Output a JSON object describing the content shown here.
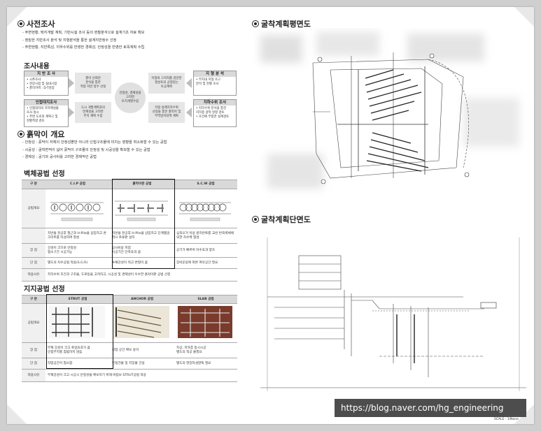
{
  "preliminary": {
    "title": "사전조사",
    "items": [
      "- 주변현황, 택지개발 계획, 기반시설 조사 등의 현황분석으로 설계기초 자료 확보",
      "- 정밀한 지반조사 분석 및 지형분석을 통한 설계지반정수 선정",
      "- 주변현황, 지반특성, 지하수위를 반영한 경제성, 안정성을 반영한 토목계획 수립"
    ],
    "survey_title": "조사내용",
    "boxes": {
      "ground": {
        "title": "지 반 조 사",
        "lines": [
          "• 시추조사",
          "• 현장시험 및 실내시험",
          "• 흙막이벽 : D-T검증"
        ]
      },
      "adjacent": {
        "title": "인접대지조사",
        "lines": [
          "• 인접대지의 지하매설물",
          "  조사 실시",
          "• 주변 도로의 계획고 및",
          "  현황측량 검토"
        ]
      },
      "terrain": {
        "title": "지 형 분 석",
        "lines": [
          "• 부지내 지형 조고",
          "  분석 및 현황 조사"
        ]
      },
      "groundwater": {
        "title": "지하수위 조사",
        "lines": [
          "• 지하수위 분석을 통한",
          "  지하층 굴착 방향 검토",
          "• 조건에 부합한 설계검토"
        ]
      }
    },
    "process": {
      "p1": "흙막 선회된\n분석을 통한\n적정 지반 정수 산정",
      "p2": "도시 개발계획과의\n연계성을 고려한\n부지 계획 수립",
      "p3": "지형의 고저차를 감안한\n절성토의 균형있는\n토공계획",
      "p4": "지형 설계지하수위\n산정을 통한 흙막이 및\n부력방지대책 계획",
      "center": "안정성, 경제성을\n고려한\n토지개발수립"
    }
  },
  "retaining": {
    "title": "흙막이 개요",
    "items": [
      "- 안정성 : 흙막이 자체의 안정성뿐만 아니라 인접구조물에 미치는 영향을 최소화할 수 있는 공법",
      "- 시공성 : 굴착면적이 넓어 흙막이 구조물의 안정성 및 시공성을 확보할 수 있는 공법",
      "- 경제성 : 공기와 공사비를 고려한 경제적인 공법"
    ]
  },
  "wall_table": {
    "title": "벽체공법 선정",
    "headers": [
      "구 분",
      "C.I.P 공법",
      "흙막이판 공법",
      "S.C.W 공법"
    ],
    "rows": [
      {
        "label": "공법개요",
        "cells": [
          "",
          "",
          ""
        ]
      },
      {
        "label": "",
        "cells": [
          "지반을 천공후 철근과 H-Pile을 삽입하고 콘크리트를 타설하여 형성",
          "지반을 천공후 H-Pile을 삽입하고 단계별굴착시 토류판 설치",
          "심족오거 이용 원지반토를 교반 반죽벽체에 의한 차수벽 형성"
        ]
      },
      {
        "label": "장 점",
        "cells": [
          "강성이 크므로 안정성\n협소구간 시공가능",
          "공사비용 저렴\n시공기간 단축효과 큼",
          "공기가 빠르며 차수효과 양호"
        ]
      },
      {
        "label": "단 점",
        "cells": [
          "별도의 차수공법 적용(S.G.R)",
          "투채강성이 적고 변형이 큼",
          "장비운용에 따른 여유공간 필요"
        ]
      },
      {
        "label": "적용사유",
        "cells": [
          "지하수위 조건과 구조물, 도로등을 고려하고, 시공성 및 경제성이 우수한 흙막이판 공법 선정",
          "",
          ""
        ]
      }
    ]
  },
  "support_table": {
    "title": "지지공법 선정",
    "headers": [
      "구 분",
      "STRUT 공법",
      "ANCHOR 공법",
      "SLAB 공법"
    ],
    "rows": [
      {
        "label": "공법개요",
        "cells": [
          "",
          "",
          ""
        ]
      },
      {
        "label": "장 점",
        "cells": [
          "부재 강성이 크고 토압효과가 큼\n인접부지를 침범하지 않음",
          "작업 공간 확보 용이",
          "지상, 지하층 동시시공\n별도의 적공 불필요"
        ]
      },
      {
        "label": "단 점",
        "cells": [
          "작업공간이 협소함",
          "인접건물 및 지장물 간섭",
          "별도의 현장타설말뚝 필요"
        ]
      },
      {
        "label": "적용사유",
        "cells": [
          "부재강성이 크고 시공시 안정성을 확보하기 위해 버팀보 STRUT공법 적용",
          "",
          ""
        ]
      }
    ]
  },
  "plan_title": "굴착계획평면도",
  "section_title": "굴착계획단면도",
  "watermark": "https://blog.naver.com/hg_engineering",
  "scale_text": "SCALE : 1/None"
}
